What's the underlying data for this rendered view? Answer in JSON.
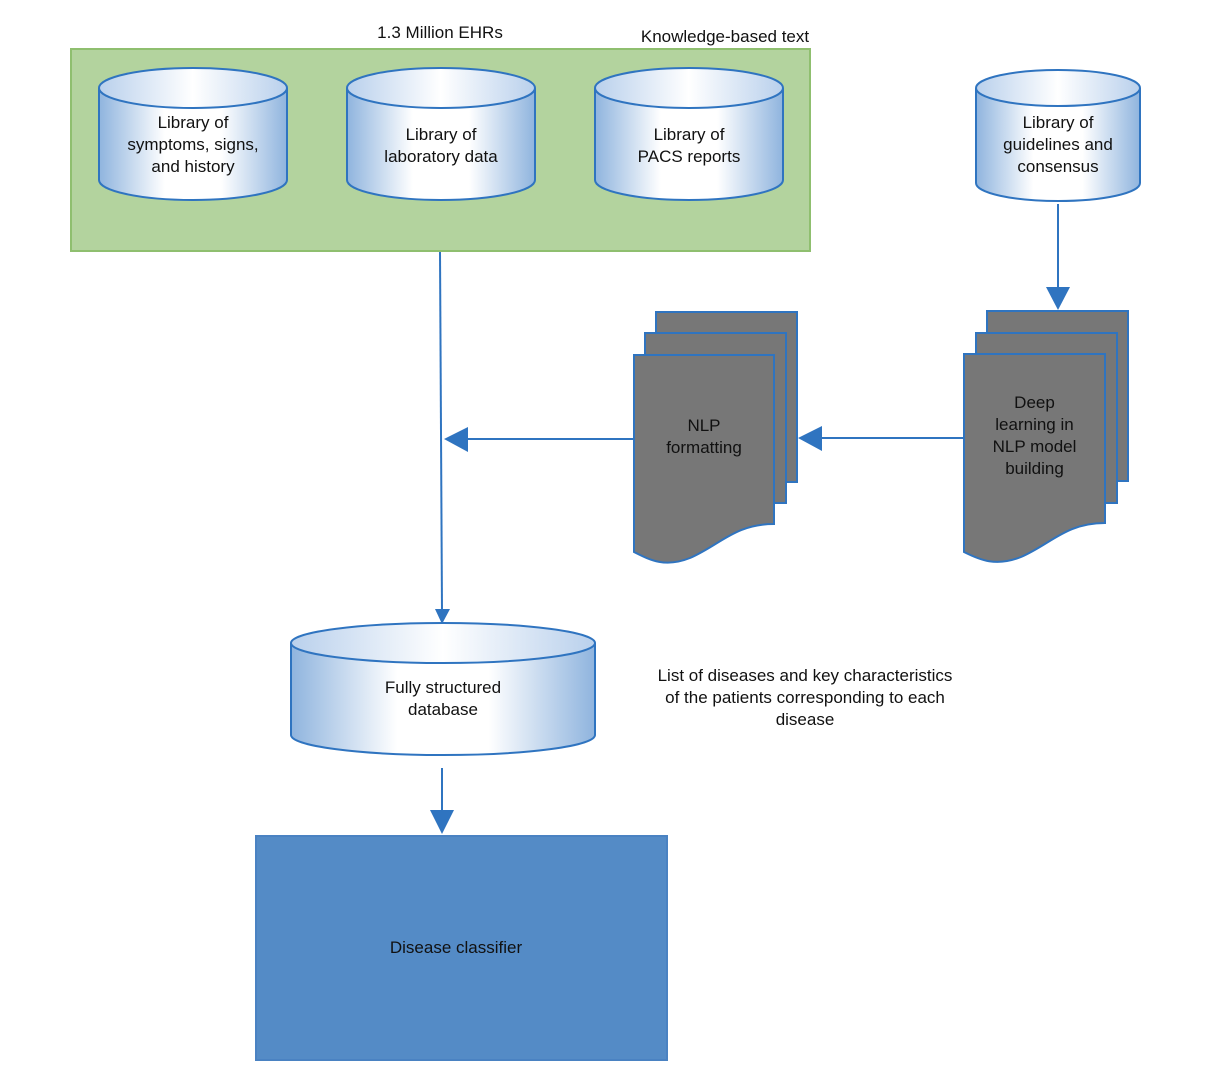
{
  "diagram": {
    "group_label": "1.3 Million EHRs",
    "knowledge_label": "Knowledge-based text",
    "nodes": {
      "symptoms_db": "Library of\nsymptoms, signs,\nand history",
      "lab_db": "Library of\nlaboratory data",
      "pacs_db": "Library of\nPACS reports",
      "guidelines_db": "Library of\nguidelines and\nconsensus",
      "nlp_formatting": "NLP\nformatting",
      "deep_learning": "Deep\nlearning in\nNLP model\nbuilding",
      "structured_db": "Fully structured\ndatabase",
      "classifier": "Disease classifier"
    },
    "annotation": "List of diseases and key characteristics\nof the patients corresponding to each\ndisease",
    "edges": [
      {
        "from": "guidelines_db",
        "to": "deep_learning"
      },
      {
        "from": "deep_learning",
        "to": "nlp_formatting"
      },
      {
        "from": "nlp_formatting",
        "to": "ehr_line"
      },
      {
        "from": "ehr_group",
        "to": "structured_db"
      },
      {
        "from": "structured_db",
        "to": "classifier"
      }
    ],
    "colors": {
      "group_fill": "#b3d39e",
      "group_stroke": "#8fbf6f",
      "cylinder_stroke": "#2f74c0",
      "cylinder_fill": "#7ea8d8",
      "doc_fill": "#777777",
      "arrow": "#2f74c0",
      "classifier_fill": "#548bc6"
    }
  }
}
